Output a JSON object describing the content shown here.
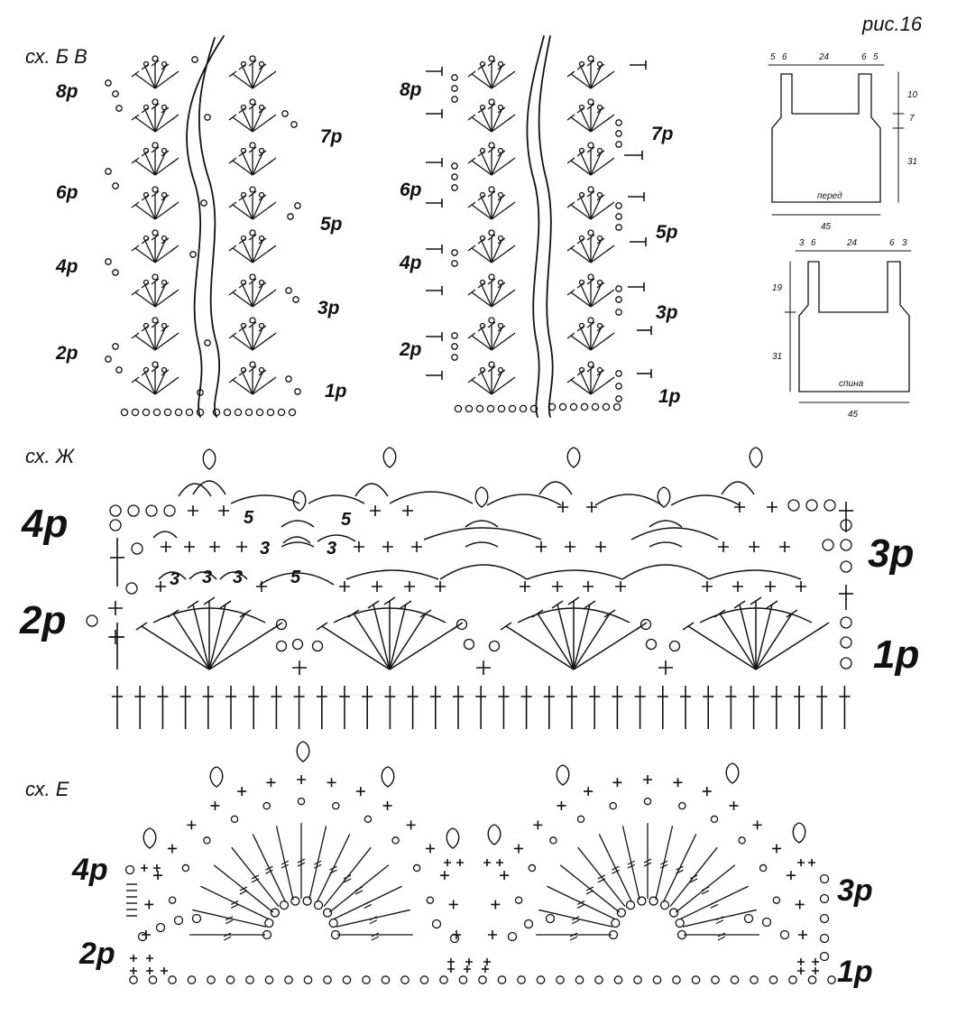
{
  "figure_label": "рис.16",
  "scheme_bv": {
    "title": "сх. Б В",
    "left_rows": [
      "8р",
      "6р",
      "4р",
      "2р"
    ],
    "right_rows": [
      "7р",
      "5р",
      "3р",
      "1р"
    ],
    "left_rows_b": [
      "8р",
      "6р",
      "4р",
      "2р"
    ],
    "right_rows_b": [
      "7р",
      "5р",
      "3р",
      "1р"
    ]
  },
  "pattern_front": {
    "caption": "перед",
    "top_dims": [
      "5",
      "6",
      "24",
      "6",
      "5"
    ],
    "side_dims": [
      "10",
      "7",
      "31"
    ],
    "width": "45"
  },
  "pattern_back": {
    "caption": "спина",
    "top_dims": [
      "3",
      "6",
      "24",
      "6",
      "3"
    ],
    "side_dims": [
      "19",
      "31"
    ],
    "width": "45"
  },
  "scheme_zh": {
    "title": "сх. Ж",
    "rows_left": [
      "4р",
      "2р"
    ],
    "rows_right": [
      "3р",
      "1р"
    ],
    "chain_counts": [
      "5",
      "5",
      "3",
      "3",
      "3",
      "3",
      "3",
      "5"
    ]
  },
  "scheme_e": {
    "title": "сх. Е",
    "rows_left": [
      "4р",
      "2р"
    ],
    "rows_right": [
      "3р",
      "1р"
    ]
  }
}
